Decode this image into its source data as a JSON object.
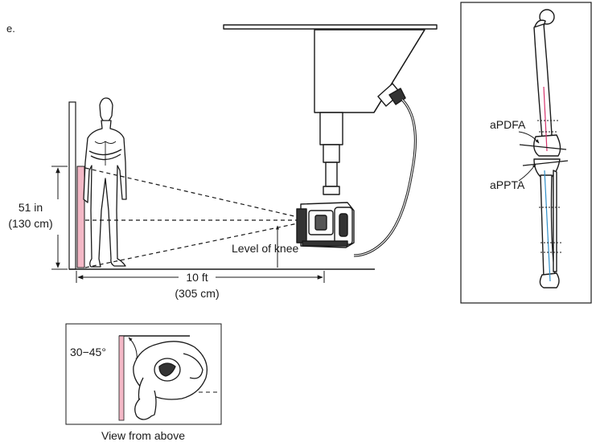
{
  "figure": {
    "panel_letter": "e.",
    "colors": {
      "ink": "#1a1a1a",
      "pink": "#f3b8c6",
      "magenta": "#d6336c",
      "blue": "#2f8fc9"
    }
  },
  "side_view": {
    "height_label_line1": "51 in",
    "height_label_line2": "(130 cm)",
    "distance_label_line1": "10 ft",
    "distance_label_line2": "(305 cm)",
    "knee_label": "Level of knee"
  },
  "top_view": {
    "angle_label": "30−45°",
    "caption": "View from above"
  },
  "leg_panel": {
    "label_upper": "aPDFA",
    "label_lower": "aPPTA"
  }
}
